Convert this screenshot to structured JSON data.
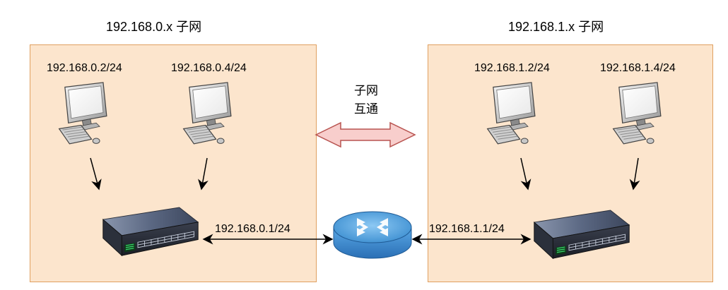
{
  "left_subnet": {
    "title": "192.168.0.x 子网",
    "host1_ip": "192.168.0.2/24",
    "host2_ip": "192.168.0.4/24",
    "gateway_ip": "192.168.0.1/24"
  },
  "right_subnet": {
    "title": "192.168.1.x 子网",
    "host1_ip": "192.168.1.2/24",
    "host2_ip": "192.168.1.4/24",
    "gateway_ip": "192.168.1.1/24"
  },
  "interconnect": {
    "line1": "子网",
    "line2": "互通"
  },
  "colors": {
    "subnet_fill": "#fce5cd",
    "subnet_border": "#e0a060",
    "double_arrow_fill": "#f8cecc",
    "double_arrow_stroke": "#b85450",
    "router": "#3d8fd1"
  },
  "icons": [
    "desktop-computer-icon",
    "network-switch-icon",
    "router-icon"
  ]
}
